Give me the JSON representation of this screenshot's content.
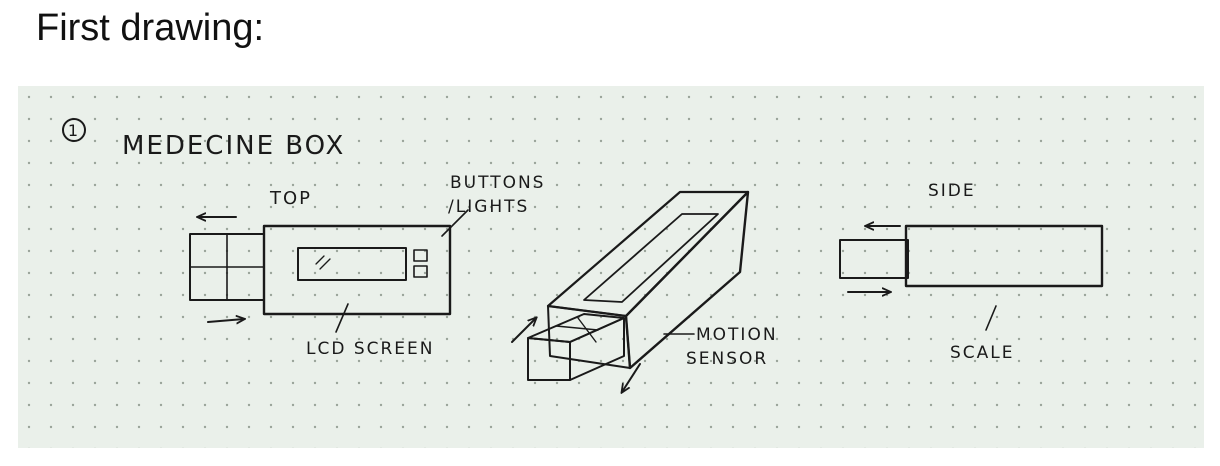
{
  "title": "First drawing:",
  "sketch": {
    "heading_number": "1",
    "heading": "MEDECINE BOX",
    "labels": {
      "top": "TOP",
      "buttons_line1": "BUTTONS",
      "buttons_line2": "/LIGHTS",
      "lcd": "LCD SCREEN",
      "motion_line1": "MOTION",
      "motion_line2": "SENSOR",
      "side": "SIDE",
      "scale": "SCALE"
    },
    "icons": [
      "circled-number-one",
      "arrow-left",
      "arrow-right",
      "arrow-up-right",
      "arrow-down-left"
    ],
    "colors": {
      "paper": "#eaf0ea",
      "ink": "#1a1a1a",
      "dots": "#9aa49a",
      "hatch_fill": "#6c6f6c"
    }
  }
}
